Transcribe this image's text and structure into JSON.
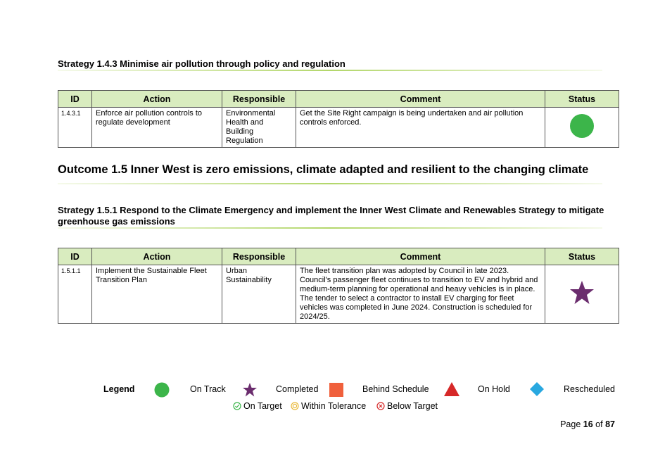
{
  "strategy_143": {
    "title": "Strategy 1.4.3 Minimise air pollution through policy and regulation"
  },
  "table_headers": {
    "id": "ID",
    "action": "Action",
    "responsible": "Responsible",
    "comment": "Comment",
    "status": "Status"
  },
  "table1": {
    "rows": [
      {
        "id": "1.4.3.1",
        "action": "Enforce air pollution controls to regulate development",
        "responsible": "Environmental Health and Building Regulation",
        "comment": "Get the Site Right campaign is being undertaken and air pollution controls enforced.",
        "status": "On Track"
      }
    ]
  },
  "outcome_15": {
    "title": "Outcome 1.5 Inner West is zero emissions, climate adapted and resilient to the changing climate"
  },
  "strategy_151": {
    "title": "Strategy 1.5.1 Respond to the Climate Emergency and implement the Inner West Climate and Renewables Strategy to mitigate greenhouse gas emissions"
  },
  "table2": {
    "rows": [
      {
        "id": "1.5.1.1",
        "action": "Implement the Sustainable Fleet Transition Plan",
        "responsible": "Urban Sustainability",
        "comment": "The fleet transition plan was adopted by Council in late 2023. Council's passenger fleet continues to transition to EV and hybrid and medium-term planning for operational and heavy vehicles is in place. The tender to select a contractor to install EV charging for fleet vehicles was completed in June 2024. Construction is scheduled for 2024/25.",
        "status": "Completed"
      }
    ]
  },
  "legend": {
    "title": "Legend",
    "on_track": "On Track",
    "completed": "Completed",
    "behind_schedule": "Behind Schedule",
    "on_hold": "On Hold",
    "rescheduled": "Rescheduled",
    "on_target": "On Target",
    "within_tolerance": "Within Tolerance",
    "below_target": "Below Target"
  },
  "colors": {
    "on_track": "#3cb54a",
    "completed": "#6b2d6e",
    "behind_schedule": "#f0603c",
    "on_hold": "#d62828",
    "rescheduled": "#29a8e0",
    "header_bg": "#d9ecbf"
  },
  "page": {
    "label": "Page",
    "current": "16",
    "of": "of",
    "total": "87"
  }
}
